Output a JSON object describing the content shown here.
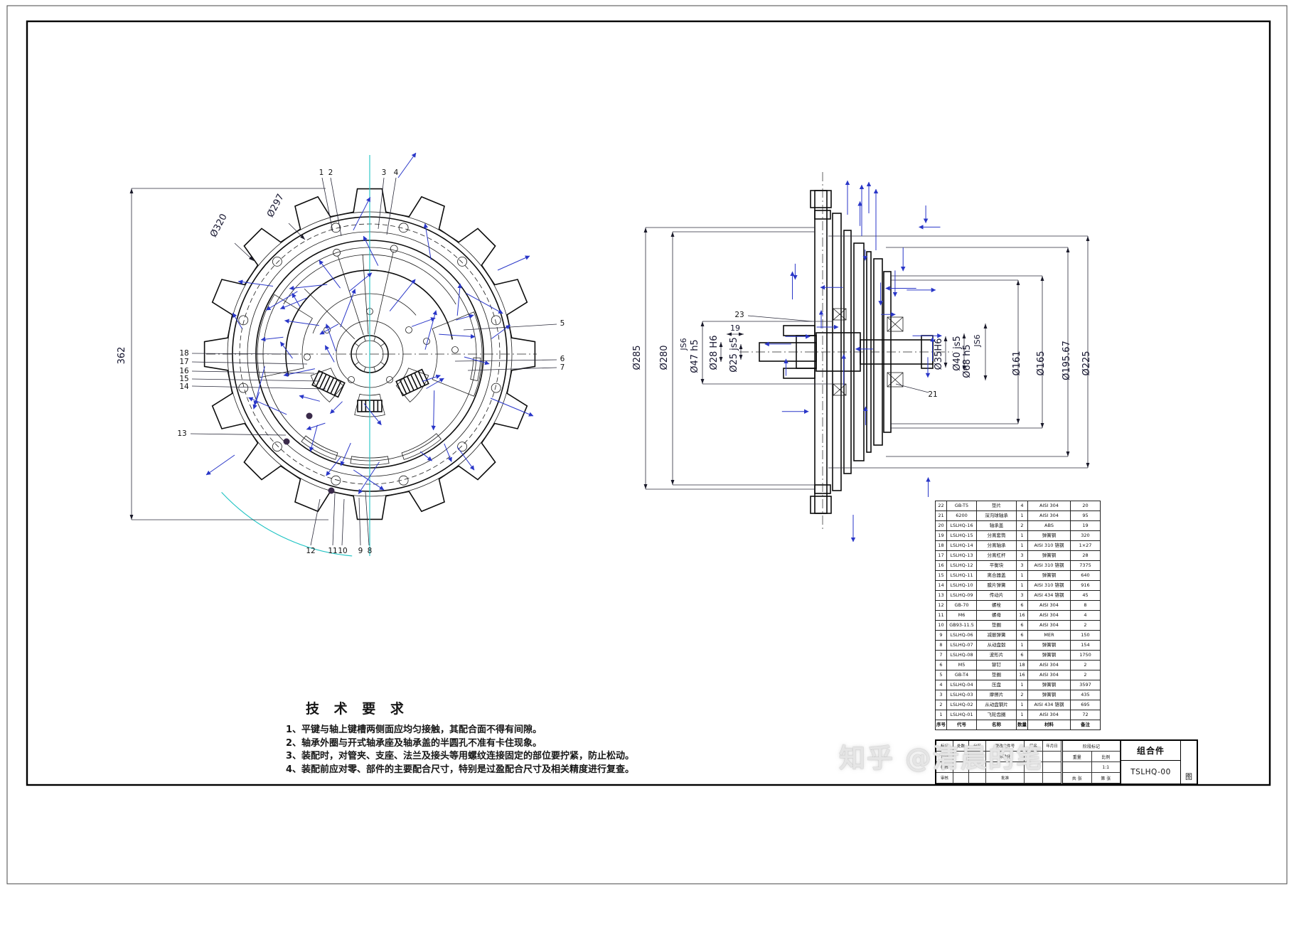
{
  "watermark": {
    "text": "知乎 @清晨的笔"
  },
  "tech_requirements": {
    "title": "技 术 要 求",
    "items": [
      "1、平键与轴上键槽两侧面应均匀接触，其配合面不得有间隙。",
      "2、轴承外圈与开式轴承座及轴承盖的半圆孔不准有卡住现象。",
      "3、装配时，对管夹、支座、法兰及接头等用螺纹连接固定的部位要拧紧，防止松动。",
      "4、装配前应对零、部件的主要配合尺寸，特别是过盈配合尺寸及相关精度进行复查。"
    ]
  },
  "front_view": {
    "dim_overall": "362",
    "dim_outer": "Ø320",
    "dim_rim": "Ø297",
    "callouts": {
      "c1": "1",
      "c2": "2",
      "c3": "3",
      "c4": "4",
      "c5": "5",
      "c6": "6",
      "c7": "7",
      "c8": "8",
      "c9": "9",
      "c10": "10",
      "c11": "11",
      "c12": "12",
      "c13": "13",
      "c14": "14",
      "c15": "15",
      "c16": "16",
      "c17": "17",
      "c18": "18"
    }
  },
  "side_view": {
    "dims": {
      "d285": "Ø285",
      "d280": "Ø280",
      "js6_left": "JS6",
      "d47": "Ø47 h5",
      "d28": "Ø28 H6",
      "d19": "19",
      "d25": "Ø25 js5",
      "d35": "Ø35H6",
      "d40": "Ø40 js5",
      "js6_right": "JS6",
      "d68": "Ø68 h5",
      "d161": "Ø161",
      "d165": "Ø165",
      "d19567": "Ø195.67",
      "d225": "Ø225"
    },
    "callouts": {
      "c23": "23",
      "c21": "21"
    }
  },
  "parts_table": {
    "headers": [
      "序号",
      "代号",
      "名称",
      "数量",
      "材料",
      "备注"
    ],
    "rows": [
      [
        "22",
        "GB-T5",
        "垫片",
        "4",
        "AISI 304",
        "20"
      ],
      [
        "21",
        "6200",
        "深沟球轴承",
        "1",
        "AISI 304",
        "95"
      ],
      [
        "20",
        "LSLHQ-16",
        "轴承盖",
        "2",
        "ABS",
        "19"
      ],
      [
        "19",
        "LSLHQ-15",
        "分离套筒",
        "1",
        "弹簧钢",
        "320"
      ],
      [
        "18",
        "LSLHQ-14",
        "分离轴承",
        "1",
        "AISI 310 铬钢",
        "1×27"
      ],
      [
        "17",
        "LSLHQ-13",
        "分离杠杆",
        "3",
        "弹簧钢",
        "28"
      ],
      [
        "16",
        "LSLHQ-12",
        "平衡块",
        "3",
        "AISI 310 铬钢",
        "7375"
      ],
      [
        "15",
        "LSLHQ-11",
        "离合器盖",
        "1",
        "弹簧钢",
        "640"
      ],
      [
        "14",
        "LSLHQ-10",
        "膜片弹簧",
        "1",
        "AISI 310 铬钢",
        "916"
      ],
      [
        "13",
        "LSLHQ-09",
        "传动片",
        "3",
        "AISI 434 铬钢",
        "45"
      ],
      [
        "12",
        "GB-70",
        "螺栓",
        "6",
        "AISI 304",
        "8"
      ],
      [
        "11",
        "M6",
        "螺母",
        "16",
        "AISI 304",
        "4"
      ],
      [
        "10",
        "GB93-11.5",
        "垫圈",
        "6",
        "AISI 304",
        "2"
      ],
      [
        "9",
        "LSLHQ-06",
        "减振弹簧",
        "6",
        "MER",
        "150"
      ],
      [
        "8",
        "LSLHQ-07",
        "从动盘毂",
        "1",
        "弹簧钢",
        "154"
      ],
      [
        "7",
        "LSLHQ-08",
        "波形片",
        "6",
        "弹簧钢",
        "1750"
      ],
      [
        "6",
        "M5",
        "铆钉",
        "18",
        "AISI 304",
        "2"
      ],
      [
        "5",
        "GB-T4",
        "垫圈",
        "16",
        "AISI 304",
        "2"
      ],
      [
        "4",
        "LSLHQ-04",
        "压盘",
        "1",
        "弹簧钢",
        "3597"
      ],
      [
        "3",
        "LSLHQ-03",
        "摩擦片",
        "2",
        "弹簧钢",
        "435"
      ],
      [
        "2",
        "LSLHQ-02",
        "从动盘钢片",
        "1",
        "AISI 434 铬钢",
        "695"
      ],
      [
        "1",
        "LSLHQ-01",
        "飞轮齿圈",
        "1",
        "AISI 304",
        "72"
      ]
    ]
  },
  "title_block": {
    "assembly_label": "组合件",
    "drawing_no": "TSLHQ-00",
    "sheet_char": "图",
    "stage_label": "阶段标记",
    "weight_label": "重量",
    "scale_label": "比例",
    "scale_value": "1:1",
    "sheet_count": "共 张",
    "sheet_no": "第 张",
    "rows": [
      [
        "标记",
        "处数",
        "分区",
        "更改文件号",
        "签名",
        "年月日"
      ],
      [
        "设计",
        "",
        "",
        "标准化",
        "",
        ""
      ],
      [
        "校核",
        "",
        "",
        "",
        "",
        ""
      ],
      [
        "审核",
        "",
        "",
        "批准",
        "",
        ""
      ]
    ]
  }
}
